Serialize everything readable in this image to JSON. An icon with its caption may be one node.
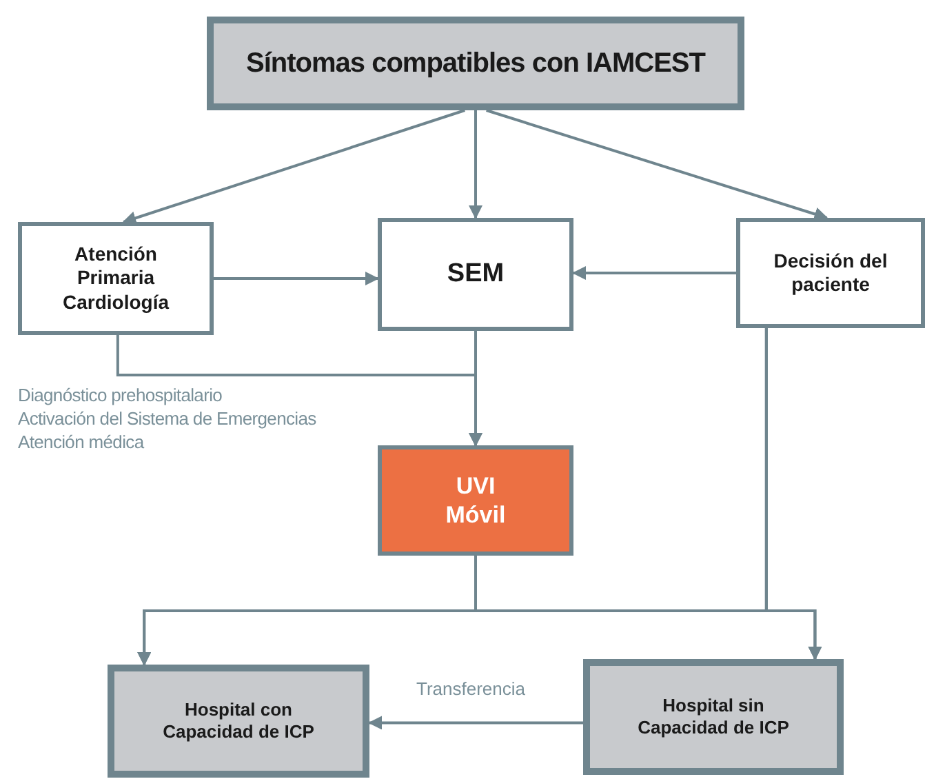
{
  "diagram": {
    "nodes": [
      {
        "text": [
          "Síntomas compatibles con IAMCEST"
        ]
      },
      {
        "text": [
          "Atención Primaria Cardiología"
        ]
      },
      {
        "text": [
          "SEM"
        ]
      },
      {
        "text": [
          "Decisión del paciente"
        ]
      },
      {
        "text": [
          "UVI Móvil"
        ]
      },
      {
        "text": [
          "Hospital con Capacidad de ICP"
        ]
      },
      {
        "text": [
          "Hospital sin Capacidad de ICP"
        ]
      }
    ],
    "edges": [
      {
        "from": 0,
        "to": 1,
        "arrow": "to"
      },
      {
        "from": 0,
        "to": 2,
        "arrow": "to"
      },
      {
        "from": 0,
        "to": 3,
        "arrow": "to"
      },
      {
        "from": 1,
        "to": 2,
        "arrow": "to"
      },
      {
        "from": 3,
        "to": 2,
        "arrow": "to"
      },
      {
        "from": 1,
        "to": 4,
        "arrow": "to"
      },
      {
        "from": 2,
        "to": 4,
        "arrow": "to"
      },
      {
        "from": 4,
        "to": 5,
        "arrow": "to"
      },
      {
        "from": 4,
        "to": 6,
        "arrow": "to"
      },
      {
        "from": 3,
        "to": 5,
        "arrow": "to"
      },
      {
        "from": 3,
        "to": 6,
        "arrow": "to"
      },
      {
        "from": 6,
        "to": 5,
        "arrow": "to",
        "label": "Transferencia"
      }
    ],
    "labels": [
      "Diagnóstico prehospitalario",
      "Activación del Sistema de Emergencias",
      "Atención médica"
    ]
  }
}
